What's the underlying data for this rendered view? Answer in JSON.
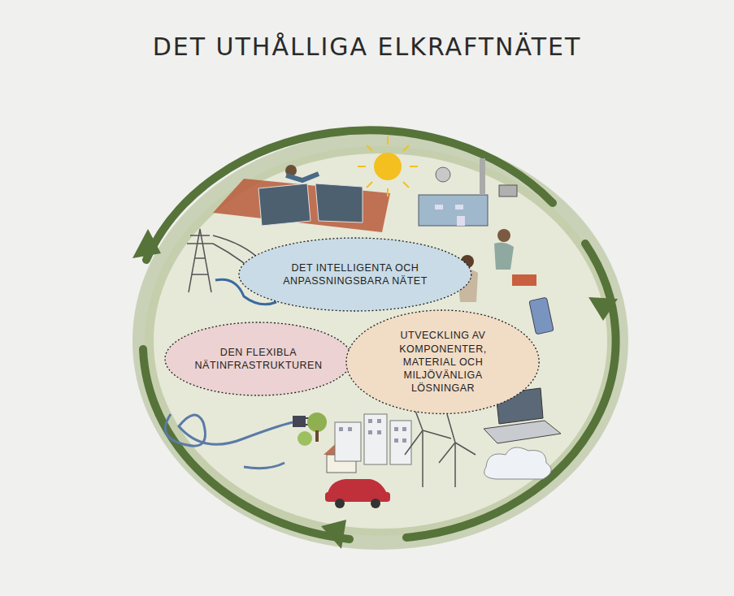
{
  "diagram": {
    "title": "DET UTHÅLLIGA ELKRAFTNÄTET",
    "nodes": [
      {
        "text": [
          "DET INTELLIGENTA OCH ANPASSNINGSBARA NÄTET"
        ]
      },
      {
        "text": [
          "DEN FLEXIBLA NÄTINFRASTRUKTUREN"
        ]
      },
      {
        "text": [
          "UTVECKLING AV KOMPONENTER, MATERIAL OCH MILJÖVÄNLIGA LÖSNINGAR"
        ]
      }
    ]
  }
}
